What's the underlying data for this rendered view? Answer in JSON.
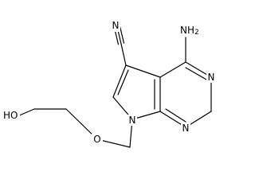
{
  "molecule": {
    "atoms": {
      "nitrile_n": "N",
      "amine": "NH2",
      "ring_n3": "N",
      "ring_n1": "N",
      "pyrrole_n7": "N",
      "ether_o": "O",
      "hydroxyl": "HO"
    }
  }
}
